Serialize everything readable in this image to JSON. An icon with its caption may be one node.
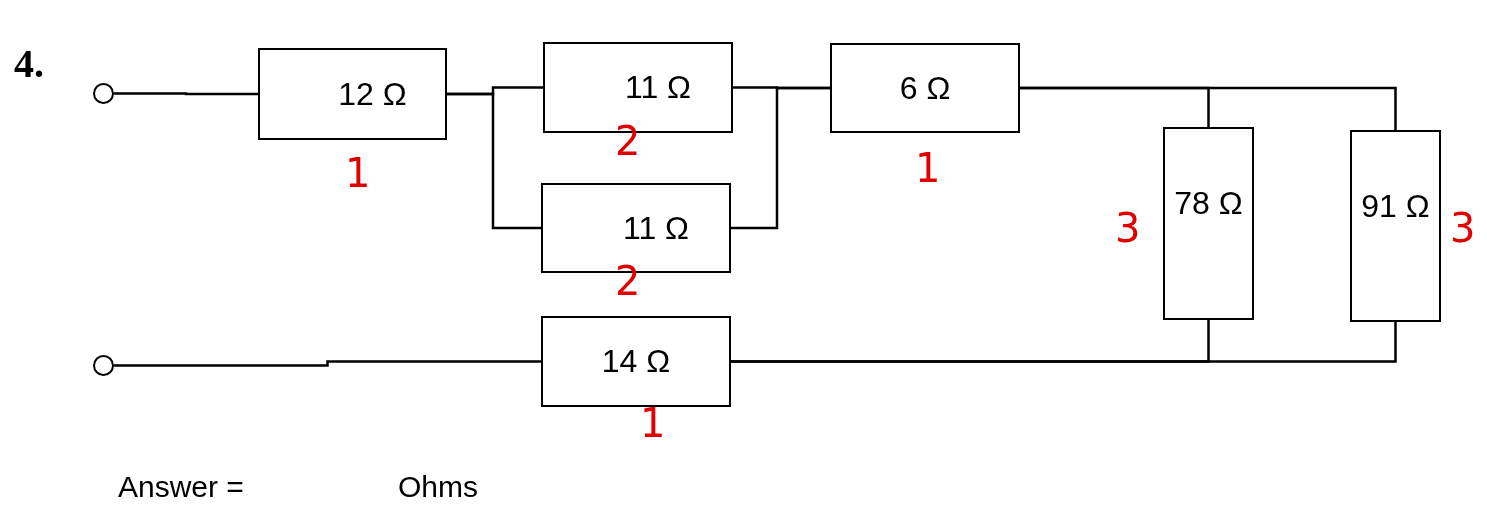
{
  "diagram": {
    "nodes": [
      {
        "text": [],
        "shape": "circle"
      },
      {
        "text": [
          "12 Ω"
        ],
        "beside": [
          "1"
        ]
      },
      {
        "text": [
          "11 Ω"
        ],
        "beside": [
          "2"
        ]
      },
      {
        "text": [
          "11 Ω"
        ],
        "beside": [
          "2"
        ]
      },
      {
        "text": [
          "6 Ω"
        ],
        "beside": [
          "1"
        ]
      },
      {
        "text": [
          "78 Ω"
        ],
        "beside": [
          "3"
        ]
      },
      {
        "text": [
          "91 Ω"
        ],
        "beside": [
          "3"
        ]
      },
      {
        "text": [
          "14 Ω"
        ],
        "beside": [
          "1"
        ]
      },
      {
        "text": [],
        "shape": "circle"
      }
    ],
    "edges": [
      {
        "from": 0,
        "to": 1,
        "arrow": "none"
      },
      {
        "from": 1,
        "to": 2,
        "arrow": "none"
      },
      {
        "from": 1,
        "to": 3,
        "arrow": "none"
      },
      {
        "from": 2,
        "to": 4,
        "arrow": "none"
      },
      {
        "from": 3,
        "to": 4,
        "arrow": "none"
      },
      {
        "from": 4,
        "to": 5,
        "arrow": "none"
      },
      {
        "from": 4,
        "to": 6,
        "arrow": "none"
      },
      {
        "from": 5,
        "to": 7,
        "arrow": "none"
      },
      {
        "from": 6,
        "to": 7,
        "arrow": "none"
      },
      {
        "from": 7,
        "to": 8,
        "arrow": "none"
      }
    ],
    "labels": [
      "4.",
      "Answer =",
      "Ohms"
    ]
  }
}
